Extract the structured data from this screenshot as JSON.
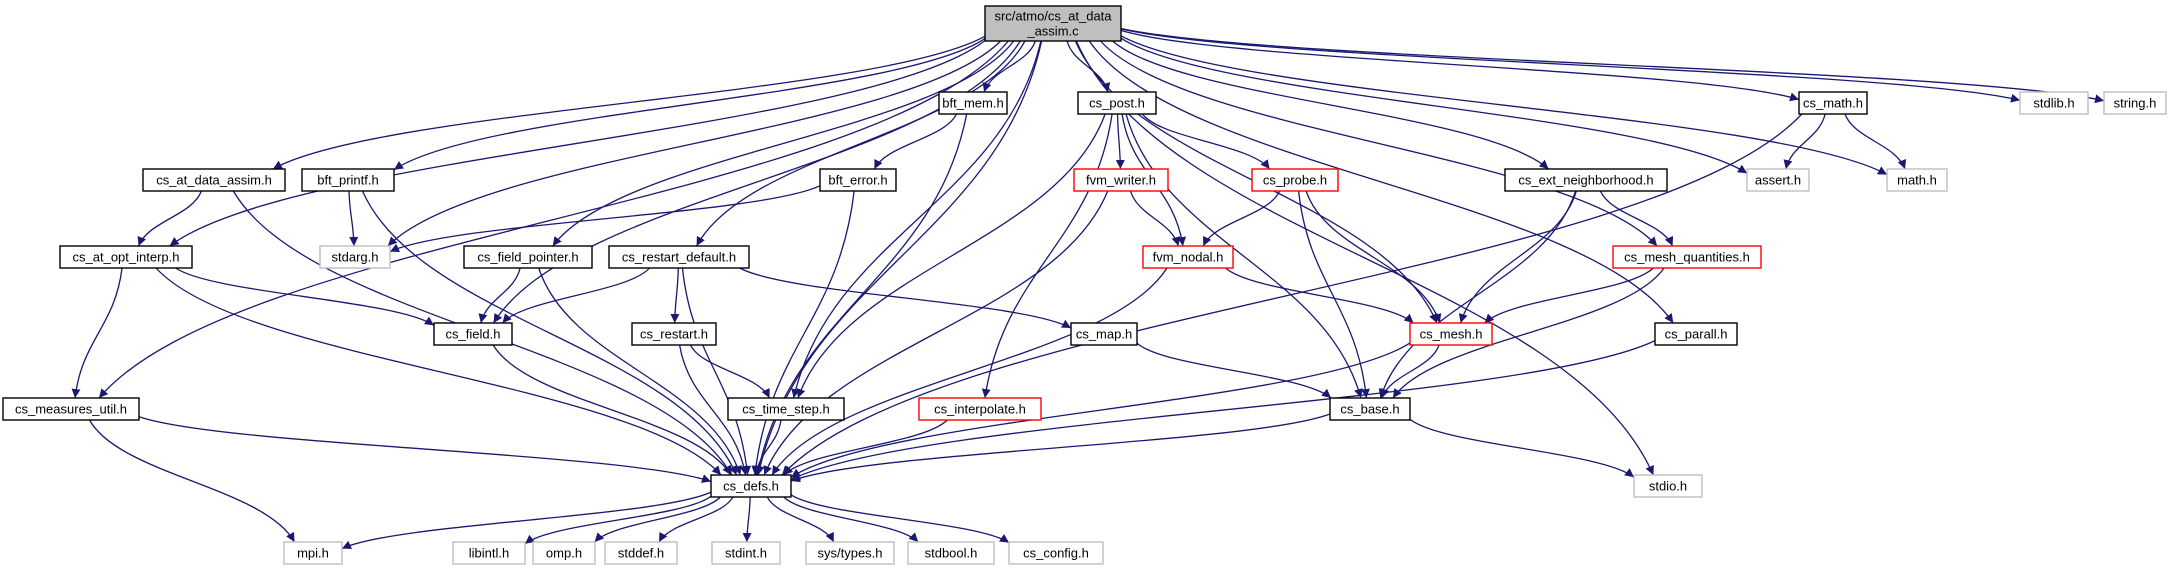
{
  "colors": {
    "edge": "#191970",
    "border_normal": "#000000",
    "border_linked": "#ff0000",
    "border_external": "#bfbfbf",
    "root_fill": "#bfbfbf",
    "node_fill": "#ffffff"
  },
  "graph": {
    "nodes": [
      {
        "id": "root",
        "lines": [
          "src/atmo/cs_at_data",
          "_assim.c"
        ],
        "kind": "root"
      },
      {
        "id": "bft_mem",
        "lines": [
          "bft_mem.h"
        ],
        "kind": "normal"
      },
      {
        "id": "cs_post",
        "lines": [
          "cs_post.h"
        ],
        "kind": "normal"
      },
      {
        "id": "cs_math",
        "lines": [
          "cs_math.h"
        ],
        "kind": "normal"
      },
      {
        "id": "stdlib",
        "lines": [
          "stdlib.h"
        ],
        "kind": "external"
      },
      {
        "id": "string",
        "lines": [
          "string.h"
        ],
        "kind": "external"
      },
      {
        "id": "cs_at_data_assim_h",
        "lines": [
          "cs_at_data_assim.h"
        ],
        "kind": "normal"
      },
      {
        "id": "bft_printf",
        "lines": [
          "bft_printf.h"
        ],
        "kind": "normal"
      },
      {
        "id": "bft_error",
        "lines": [
          "bft_error.h"
        ],
        "kind": "normal"
      },
      {
        "id": "fvm_writer",
        "lines": [
          "fvm_writer.h"
        ],
        "kind": "linked"
      },
      {
        "id": "cs_probe",
        "lines": [
          "cs_probe.h"
        ],
        "kind": "linked"
      },
      {
        "id": "cs_ext_neighborhood",
        "lines": [
          "cs_ext_neighborhood.h"
        ],
        "kind": "normal"
      },
      {
        "id": "assert",
        "lines": [
          "assert.h"
        ],
        "kind": "external"
      },
      {
        "id": "math",
        "lines": [
          "math.h"
        ],
        "kind": "external"
      },
      {
        "id": "cs_at_opt_interp",
        "lines": [
          "cs_at_opt_interp.h"
        ],
        "kind": "normal"
      },
      {
        "id": "stdarg",
        "lines": [
          "stdarg.h"
        ],
        "kind": "external"
      },
      {
        "id": "cs_field_pointer",
        "lines": [
          "cs_field_pointer.h"
        ],
        "kind": "normal"
      },
      {
        "id": "cs_restart_default",
        "lines": [
          "cs_restart_default.h"
        ],
        "kind": "normal"
      },
      {
        "id": "fvm_nodal",
        "lines": [
          "fvm_nodal.h"
        ],
        "kind": "linked"
      },
      {
        "id": "cs_mesh_quantities",
        "lines": [
          "cs_mesh_quantities.h"
        ],
        "kind": "linked"
      },
      {
        "id": "cs_field",
        "lines": [
          "cs_field.h"
        ],
        "kind": "normal"
      },
      {
        "id": "cs_restart",
        "lines": [
          "cs_restart.h"
        ],
        "kind": "normal"
      },
      {
        "id": "cs_map",
        "lines": [
          "cs_map.h"
        ],
        "kind": "normal"
      },
      {
        "id": "cs_mesh",
        "lines": [
          "cs_mesh.h"
        ],
        "kind": "linked"
      },
      {
        "id": "cs_parall",
        "lines": [
          "cs_parall.h"
        ],
        "kind": "normal"
      },
      {
        "id": "cs_measures_util",
        "lines": [
          "cs_measures_util.h"
        ],
        "kind": "normal"
      },
      {
        "id": "cs_time_step",
        "lines": [
          "cs_time_step.h"
        ],
        "kind": "normal"
      },
      {
        "id": "cs_interpolate",
        "lines": [
          "cs_interpolate.h"
        ],
        "kind": "linked"
      },
      {
        "id": "cs_base",
        "lines": [
          "cs_base.h"
        ],
        "kind": "normal"
      },
      {
        "id": "cs_defs",
        "lines": [
          "cs_defs.h"
        ],
        "kind": "normal"
      },
      {
        "id": "stdio",
        "lines": [
          "stdio.h"
        ],
        "kind": "external"
      },
      {
        "id": "mpi",
        "lines": [
          "mpi.h"
        ],
        "kind": "external"
      },
      {
        "id": "libintl",
        "lines": [
          "libintl.h"
        ],
        "kind": "external"
      },
      {
        "id": "omp",
        "lines": [
          "omp.h"
        ],
        "kind": "external"
      },
      {
        "id": "stddef",
        "lines": [
          "stddef.h"
        ],
        "kind": "external"
      },
      {
        "id": "stdint",
        "lines": [
          "stdint.h"
        ],
        "kind": "external"
      },
      {
        "id": "sys_types",
        "lines": [
          "sys/types.h"
        ],
        "kind": "external"
      },
      {
        "id": "stdbool",
        "lines": [
          "stdbool.h"
        ],
        "kind": "external"
      },
      {
        "id": "cs_config",
        "lines": [
          "cs_config.h"
        ],
        "kind": "external"
      }
    ],
    "edges": [
      [
        "root",
        "bft_mem"
      ],
      [
        "root",
        "cs_post"
      ],
      [
        "root",
        "cs_math"
      ],
      [
        "root",
        "stdlib"
      ],
      [
        "root",
        "string"
      ],
      [
        "root",
        "cs_at_data_assim_h"
      ],
      [
        "root",
        "bft_printf"
      ],
      [
        "root",
        "stdarg"
      ],
      [
        "root",
        "cs_at_opt_interp"
      ],
      [
        "root",
        "cs_measures_util"
      ],
      [
        "root",
        "cs_field_pointer"
      ],
      [
        "root",
        "cs_field"
      ],
      [
        "root",
        "cs_restart_default"
      ],
      [
        "root",
        "cs_defs"
      ],
      [
        "root",
        "cs_time_step"
      ],
      [
        "root",
        "cs_mesh"
      ],
      [
        "root",
        "cs_parall"
      ],
      [
        "root",
        "cs_ext_neighborhood"
      ],
      [
        "root",
        "cs_mesh_quantities"
      ],
      [
        "root",
        "assert"
      ],
      [
        "root",
        "math"
      ],
      [
        "root",
        "stdio"
      ],
      [
        "bft_mem",
        "bft_error"
      ],
      [
        "bft_mem",
        "cs_defs"
      ],
      [
        "bft_error",
        "stdarg"
      ],
      [
        "bft_error",
        "cs_defs"
      ],
      [
        "cs_post",
        "fvm_writer"
      ],
      [
        "cs_post",
        "fvm_nodal"
      ],
      [
        "cs_post",
        "cs_probe"
      ],
      [
        "cs_post",
        "cs_base"
      ],
      [
        "cs_post",
        "cs_time_step"
      ],
      [
        "cs_post",
        "cs_interpolate"
      ],
      [
        "fvm_writer",
        "fvm_nodal"
      ],
      [
        "fvm_writer",
        "cs_defs"
      ],
      [
        "cs_probe",
        "fvm_nodal"
      ],
      [
        "cs_probe",
        "cs_mesh"
      ],
      [
        "cs_probe",
        "cs_base"
      ],
      [
        "fvm_nodal",
        "cs_mesh"
      ],
      [
        "fvm_nodal",
        "cs_defs"
      ],
      [
        "cs_math",
        "assert"
      ],
      [
        "cs_math",
        "math"
      ],
      [
        "cs_math",
        "cs_defs"
      ],
      [
        "cs_at_data_assim_h",
        "cs_at_opt_interp"
      ],
      [
        "cs_at_data_assim_h",
        "cs_defs"
      ],
      [
        "bft_printf",
        "stdarg"
      ],
      [
        "bft_printf",
        "cs_defs"
      ],
      [
        "cs_at_opt_interp",
        "cs_field"
      ],
      [
        "cs_at_opt_interp",
        "cs_measures_util"
      ],
      [
        "cs_at_opt_interp",
        "cs_defs"
      ],
      [
        "cs_measures_util",
        "mpi"
      ],
      [
        "cs_measures_util",
        "cs_defs"
      ],
      [
        "cs_field_pointer",
        "cs_field"
      ],
      [
        "cs_field_pointer",
        "cs_defs"
      ],
      [
        "cs_field",
        "cs_defs"
      ],
      [
        "cs_restart_default",
        "cs_field"
      ],
      [
        "cs_restart_default",
        "cs_restart"
      ],
      [
        "cs_restart_default",
        "cs_map"
      ],
      [
        "cs_restart_default",
        "cs_defs"
      ],
      [
        "cs_restart",
        "cs_time_step"
      ],
      [
        "cs_restart",
        "cs_defs"
      ],
      [
        "cs_time_step",
        "cs_defs"
      ],
      [
        "cs_map",
        "cs_base"
      ],
      [
        "cs_interpolate",
        "cs_defs"
      ],
      [
        "cs_ext_neighborhood",
        "cs_mesh_quantities"
      ],
      [
        "cs_ext_neighborhood",
        "cs_mesh"
      ],
      [
        "cs_ext_neighborhood",
        "cs_base"
      ],
      [
        "cs_mesh_quantities",
        "cs_mesh"
      ],
      [
        "cs_mesh_quantities",
        "cs_base"
      ],
      [
        "cs_mesh",
        "cs_base"
      ],
      [
        "cs_mesh",
        "cs_defs"
      ],
      [
        "cs_parall",
        "cs_defs"
      ],
      [
        "cs_base",
        "cs_defs"
      ],
      [
        "cs_base",
        "stdio"
      ],
      [
        "cs_defs",
        "mpi"
      ],
      [
        "cs_defs",
        "libintl"
      ],
      [
        "cs_defs",
        "omp"
      ],
      [
        "cs_defs",
        "stddef"
      ],
      [
        "cs_defs",
        "stdint"
      ],
      [
        "cs_defs",
        "sys_types"
      ],
      [
        "cs_defs",
        "stdbool"
      ],
      [
        "cs_defs",
        "cs_config"
      ]
    ]
  }
}
